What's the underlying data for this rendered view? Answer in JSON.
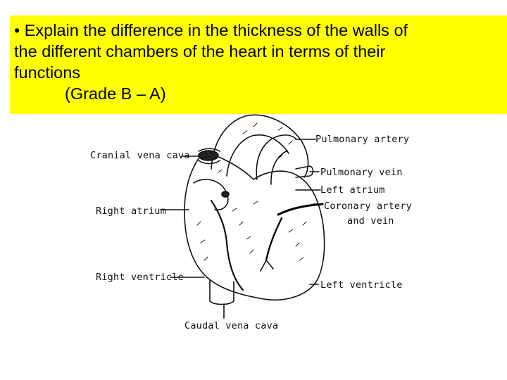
{
  "banner": {
    "text_line1": "• Explain the difference in the thickness of the walls of",
    "text_line2": "the different chambers of the heart in terms of their",
    "text_line3": "functions",
    "grade": "(Grade B – A)",
    "background_color": "#ffff00"
  },
  "diagram": {
    "labels": {
      "cranial_vena_cava": "Cranial vena cava",
      "right_atrium": "Right atrium",
      "right_ventricle": "Right ventricle",
      "caudal_vena_cava": "Caudal vena cava",
      "pulmonary_artery": "Pulmonary artery",
      "pulmonary_vein": "Pulmonary vein",
      "left_atrium": "Left atrium",
      "coronary_artery_line1": "Coronary artery",
      "coronary_artery_line2": "and vein",
      "left_ventricle": "Left ventricle"
    }
  }
}
